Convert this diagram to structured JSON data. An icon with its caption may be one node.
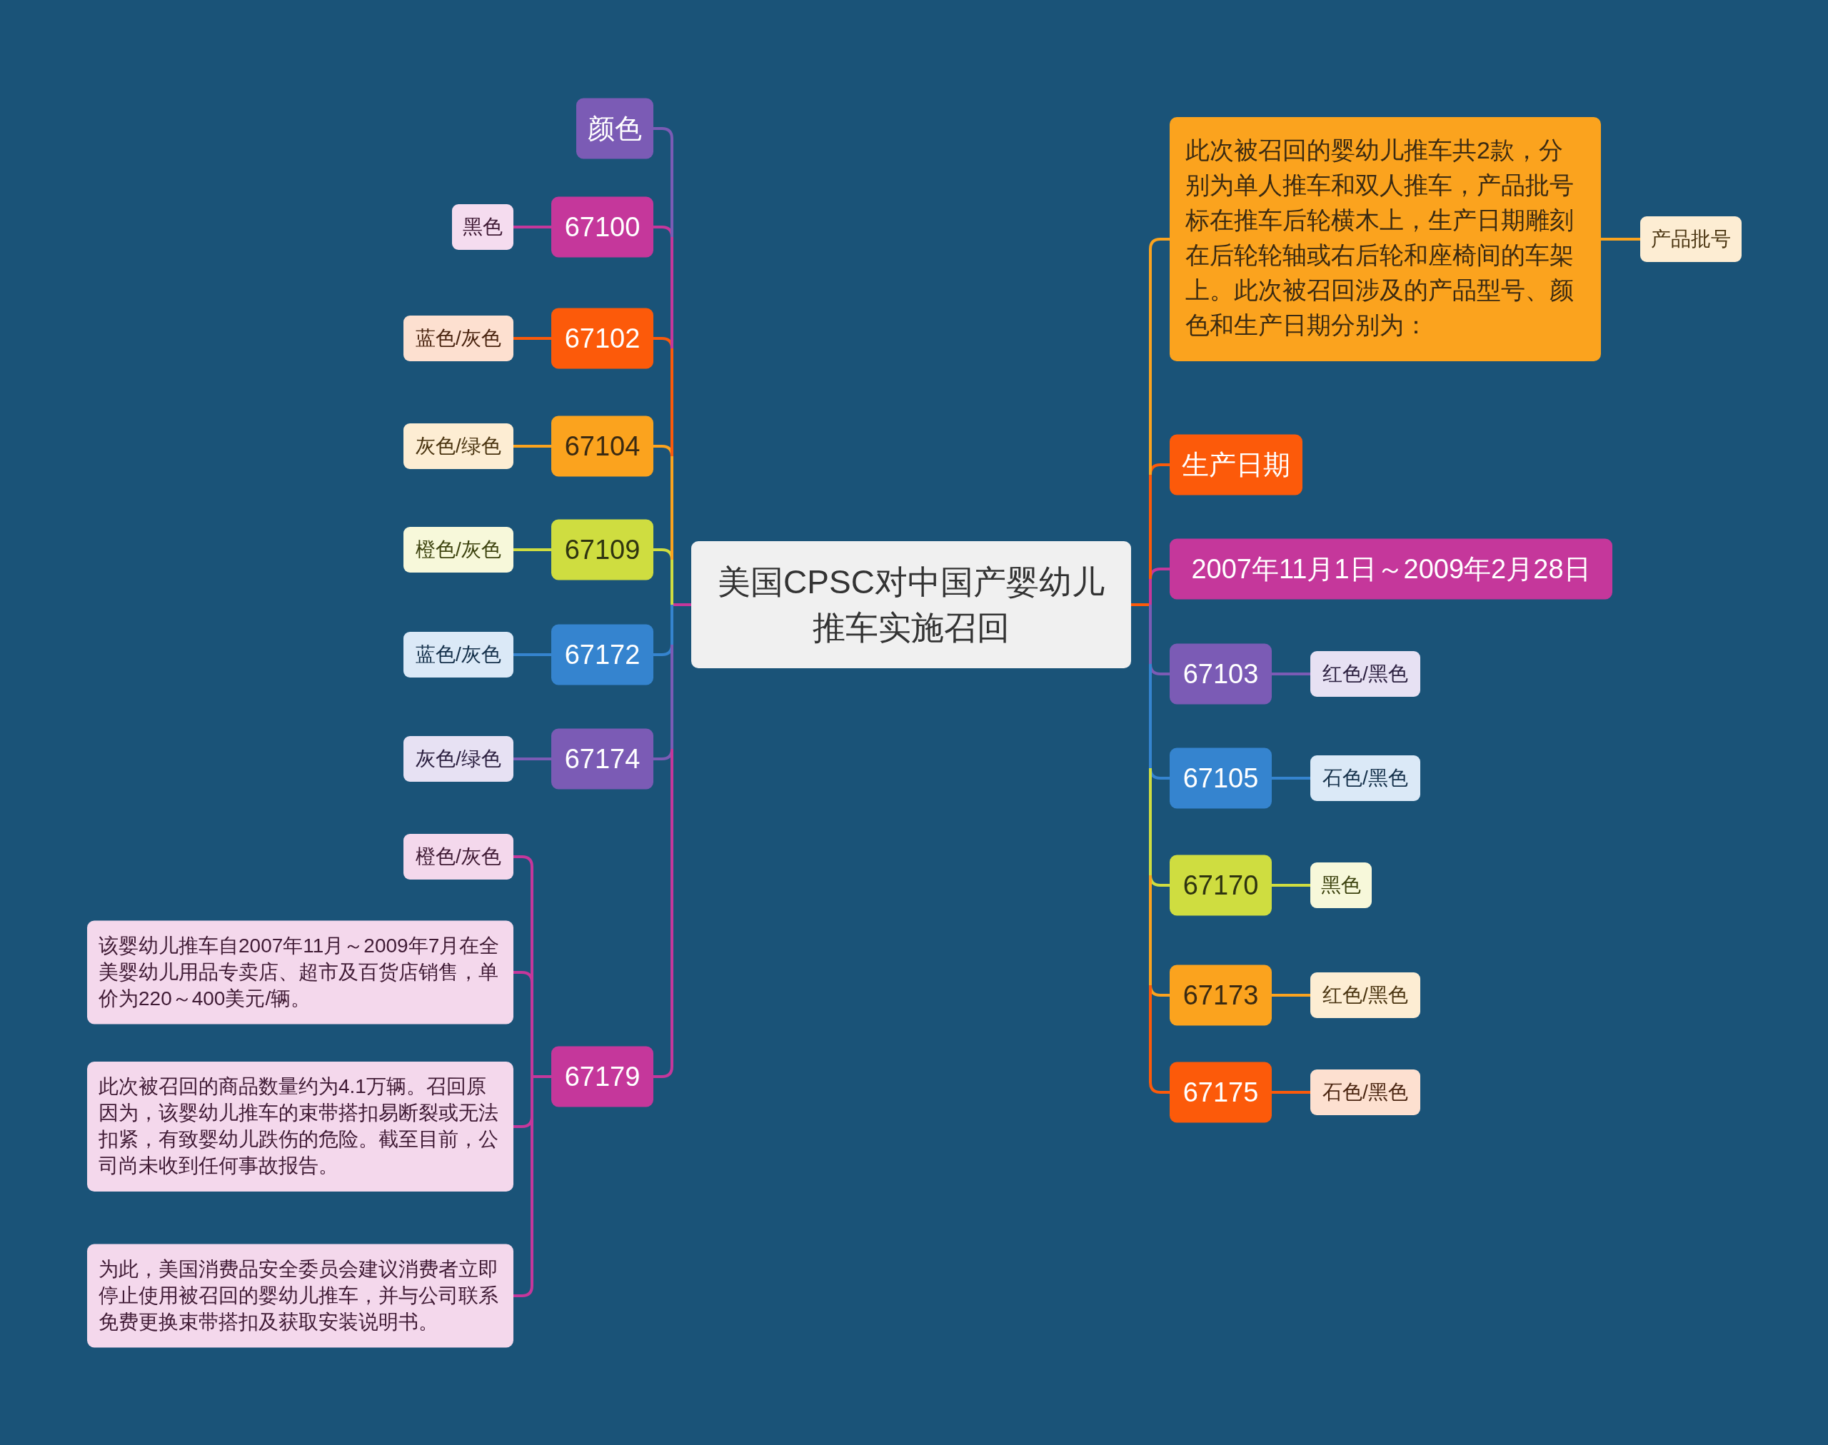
{
  "diagram": {
    "nodes": [
      {
        "text": [
          "美国CPSC对中国产婴幼儿推车实施召回"
        ]
      },
      {
        "text": [
          "颜色"
        ]
      },
      {
        "text": [
          "67100"
        ]
      },
      {
        "text": [
          "黑色"
        ]
      },
      {
        "text": [
          "67102"
        ]
      },
      {
        "text": [
          "蓝色/灰色"
        ]
      },
      {
        "text": [
          "67104"
        ]
      },
      {
        "text": [
          "灰色/绿色"
        ]
      },
      {
        "text": [
          "67109"
        ]
      },
      {
        "text": [
          "橙色/灰色"
        ]
      },
      {
        "text": [
          "67172"
        ]
      },
      {
        "text": [
          "蓝色/灰色"
        ]
      },
      {
        "text": [
          "67174"
        ]
      },
      {
        "text": [
          "灰色/绿色"
        ]
      },
      {
        "text": [
          "67179"
        ]
      },
      {
        "text": [
          "橙色/灰色"
        ]
      },
      {
        "text": [
          "该婴幼儿推车自2007年11月～2009年7月在全美婴幼儿用品专卖店、超市及百货店销售，单价为220～400美元/辆。"
        ]
      },
      {
        "text": [
          "此次被召回的商品数量约为4.1万辆。召回原因为，该婴幼儿推车的束带搭扣易断裂或无法扣紧，有致婴幼儿跌伤的危险。截至目前，公司尚未收到任何事故报告。"
        ]
      },
      {
        "text": [
          "为此，美国消费品安全委员会建议消费者立即停止使用被召回的婴幼儿推车，并与公司联系免费更换束带搭扣及获取安装说明书。"
        ]
      },
      {
        "text": [
          "此次被召回的婴幼儿推车共2款，分别为单人推车和双人推车，产品批号标在推车后轮横木上，生产日期雕刻在后轮轮轴或右后轮和座椅间的车架上。此次被召回涉及的产品型号、颜色和生产日期分别为："
        ]
      },
      {
        "text": [
          "产品批号"
        ]
      },
      {
        "text": [
          "生产日期"
        ]
      },
      {
        "text": [
          "2007年11月1日～2009年2月28日"
        ]
      },
      {
        "text": [
          "67103"
        ]
      },
      {
        "text": [
          "红色/黑色"
        ]
      },
      {
        "text": [
          "67105"
        ]
      },
      {
        "text": [
          "石色/黑色"
        ]
      },
      {
        "text": [
          "67170"
        ]
      },
      {
        "text": [
          "黑色"
        ]
      },
      {
        "text": [
          "67173"
        ]
      },
      {
        "text": [
          "红色/黑色"
        ]
      },
      {
        "text": [
          "67175"
        ]
      },
      {
        "text": [
          "石色/黑色"
        ]
      }
    ],
    "edges": [
      {
        "from": 0,
        "to": 1,
        "arrow": "none",
        "color": "#7b5bb5"
      },
      {
        "from": 0,
        "to": 2,
        "arrow": "none",
        "color": "#c5379b"
      },
      {
        "from": 2,
        "to": 3,
        "arrow": "none",
        "color": "#c5379b"
      },
      {
        "from": 0,
        "to": 4,
        "arrow": "none",
        "color": "#fc5a0a"
      },
      {
        "from": 4,
        "to": 5,
        "arrow": "none",
        "color": "#fc5a0a"
      },
      {
        "from": 0,
        "to": 6,
        "arrow": "none",
        "color": "#fba31e"
      },
      {
        "from": 6,
        "to": 7,
        "arrow": "none",
        "color": "#fba31e"
      },
      {
        "from": 0,
        "to": 8,
        "arrow": "none",
        "color": "#cfdd40"
      },
      {
        "from": 8,
        "to": 9,
        "arrow": "none",
        "color": "#cfdd40"
      },
      {
        "from": 0,
        "to": 10,
        "arrow": "none",
        "color": "#3584cf"
      },
      {
        "from": 10,
        "to": 11,
        "arrow": "none",
        "color": "#3584cf"
      },
      {
        "from": 0,
        "to": 12,
        "arrow": "none",
        "color": "#7b5bb5"
      },
      {
        "from": 12,
        "to": 13,
        "arrow": "none",
        "color": "#7b5bb5"
      },
      {
        "from": 0,
        "to": 14,
        "arrow": "none",
        "color": "#c5379b"
      },
      {
        "from": 14,
        "to": 15,
        "arrow": "none",
        "color": "#c5379b"
      },
      {
        "from": 14,
        "to": 16,
        "arrow": "none",
        "color": "#c5379b"
      },
      {
        "from": 14,
        "to": 17,
        "arrow": "none",
        "color": "#c5379b"
      },
      {
        "from": 14,
        "to": 18,
        "arrow": "none",
        "color": "#c5379b"
      },
      {
        "from": 0,
        "to": 19,
        "arrow": "none",
        "color": "#fba31e"
      },
      {
        "from": 19,
        "to": 20,
        "arrow": "none",
        "color": "#fba31e"
      },
      {
        "from": 0,
        "to": 21,
        "arrow": "none",
        "color": "#fc5a0a"
      },
      {
        "from": 0,
        "to": 22,
        "arrow": "none",
        "color": "#c5379b"
      },
      {
        "from": 0,
        "to": 23,
        "arrow": "none",
        "color": "#7b5bb5"
      },
      {
        "from": 23,
        "to": 24,
        "arrow": "none",
        "color": "#7b5bb5"
      },
      {
        "from": 0,
        "to": 25,
        "arrow": "none",
        "color": "#3584cf"
      },
      {
        "from": 25,
        "to": 26,
        "arrow": "none",
        "color": "#3584cf"
      },
      {
        "from": 0,
        "to": 27,
        "arrow": "none",
        "color": "#cfdd40"
      },
      {
        "from": 27,
        "to": 28,
        "arrow": "none",
        "color": "#cfdd40"
      },
      {
        "from": 0,
        "to": 29,
        "arrow": "none",
        "color": "#fba31e"
      },
      {
        "from": 29,
        "to": 30,
        "arrow": "none",
        "color": "#fba31e"
      },
      {
        "from": 0,
        "to": 31,
        "arrow": "none",
        "color": "#fc5a0a"
      },
      {
        "from": 31,
        "to": 32,
        "arrow": "none",
        "color": "#fc5a0a"
      }
    ]
  }
}
